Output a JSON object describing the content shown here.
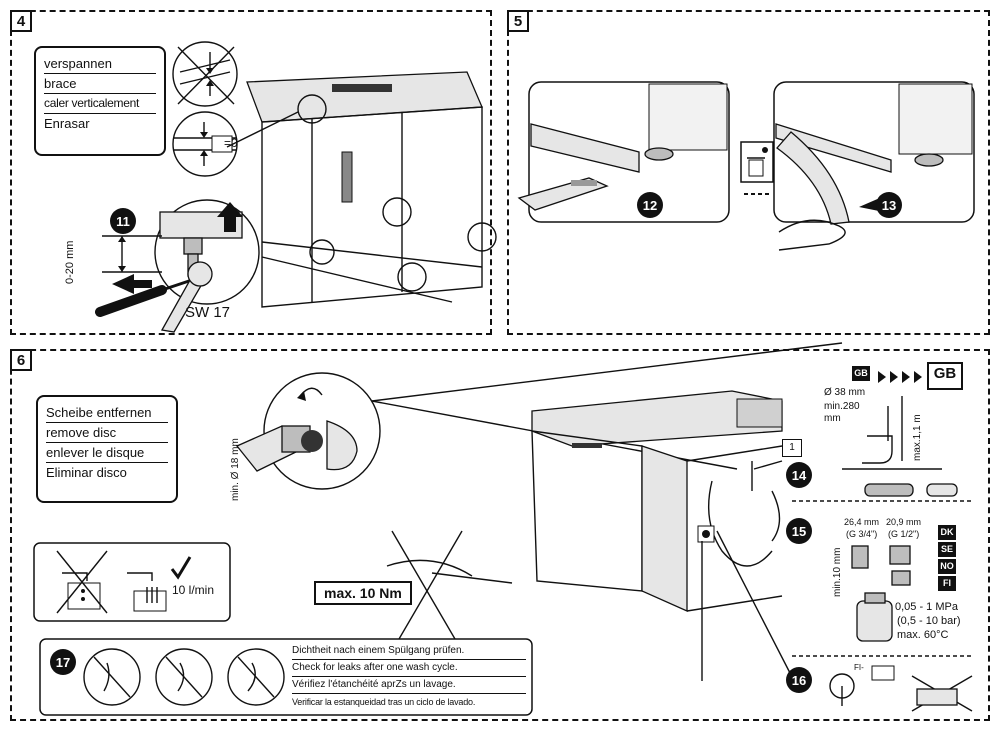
{
  "panels": [
    {
      "number": "4"
    },
    {
      "number": "5"
    },
    {
      "number": "6"
    }
  ],
  "panel4": {
    "labels": [
      "verspannen",
      "brace",
      "caler verticalement",
      "Enrasar"
    ],
    "step": "11",
    "height_range": "0-20 mm",
    "wrench_size": "SW 17",
    "zero_mark": "=0"
  },
  "panel5": {
    "steps": [
      "12",
      "13"
    ]
  },
  "panel6": {
    "labels": [
      "Scheibe entfernen",
      "remove disc",
      "enlever le disque",
      "Eliminar disco"
    ],
    "hose_diameter": "min. Ø 18 mm",
    "flow_rate": "10 l/min",
    "torque": "max. 10 Nm",
    "steps": [
      "14",
      "15",
      "16",
      "17"
    ],
    "callout_1": "1",
    "country_gb": "GB",
    "country_gb_box": "GB",
    "drain_diameter": "Ø 38 mm",
    "drain_min": "min.280 mm",
    "drain_max": "max.1,1 m",
    "thread_1_size": "26,4 mm",
    "thread_1_type": "(G 3/4\")",
    "thread_2_size": "20,9 mm",
    "thread_2_type": "(G 1/2\")",
    "min_10mm": "min.10 mm",
    "countries": [
      "DK",
      "SE",
      "NO",
      "FI"
    ],
    "pressure_mpa": "0,05 - 1 MPa",
    "pressure_bar": "(0,5 - 10 bar)",
    "max_temp": "max. 60°C",
    "fi_label": "FI-",
    "check_texts": [
      "Dichtheit nach einem Spülgang prüfen.",
      "Check for leaks after one wash cycle.",
      "Vérifiez l'étanchéité aprZs un lavage.",
      "Verificar la estanqueidad tras un ciclo de lavado."
    ]
  }
}
